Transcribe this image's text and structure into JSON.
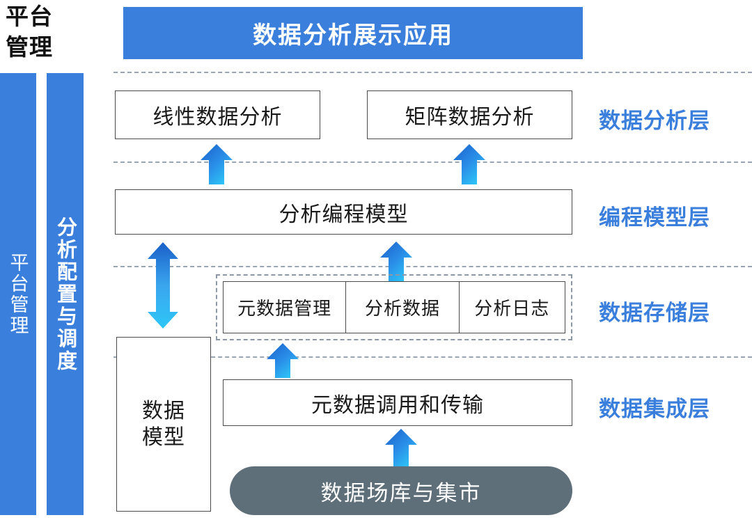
{
  "diagram": {
    "corner_title": "平台\n管理",
    "app_bar": {
      "label": "数据分析展示应用",
      "color": "#3b7fdc"
    },
    "side_bars": [
      {
        "name": "platform-management",
        "label": "平台管理",
        "color": "#3b7fdc"
      },
      {
        "name": "analysis-config-scheduling",
        "label": "分析配置与调度",
        "color": "#3b7fdc"
      }
    ],
    "layer_labels": [
      {
        "label": "数据分析层",
        "color": "#3b7fdc"
      },
      {
        "label": "编程模型层",
        "color": "#3b7fdc"
      },
      {
        "label": "数据存储层",
        "color": "#3b7fdc"
      },
      {
        "label": "数据集成层",
        "color": "#3b7fdc"
      }
    ],
    "analysis_layer": {
      "boxes": [
        {
          "label": "线性数据分析"
        },
        {
          "label": "矩阵数据分析"
        }
      ]
    },
    "programming_layer": {
      "box": {
        "label": "分析编程模型"
      }
    },
    "storage_layer": {
      "group_style": "dashed",
      "cells": [
        {
          "label": "元数据管理"
        },
        {
          "label": "分析数据"
        },
        {
          "label": "分析日志"
        }
      ]
    },
    "integration_layer": {
      "transport_box": {
        "label": "元数据调用和传输"
      },
      "source_pill": {
        "label": "数据场库与集市",
        "color": "#5f6f7a"
      }
    },
    "side_model_box": {
      "label_line1": "数据",
      "label_line2": "模型"
    },
    "arrows": {
      "gradient_start": "#1a5fc8",
      "gradient_end": "#2ec7f7",
      "items": [
        {
          "name": "arrow-up-to-linear-analysis",
          "direction": "up"
        },
        {
          "name": "arrow-up-to-matrix-analysis",
          "direction": "up"
        },
        {
          "name": "arrow-up-to-programming-model",
          "direction": "up"
        },
        {
          "name": "arrow-up-to-storage-group",
          "direction": "up"
        },
        {
          "name": "arrow-up-to-transport-box",
          "direction": "up"
        },
        {
          "name": "arrow-bidirectional-data-model",
          "direction": "both"
        }
      ]
    }
  }
}
